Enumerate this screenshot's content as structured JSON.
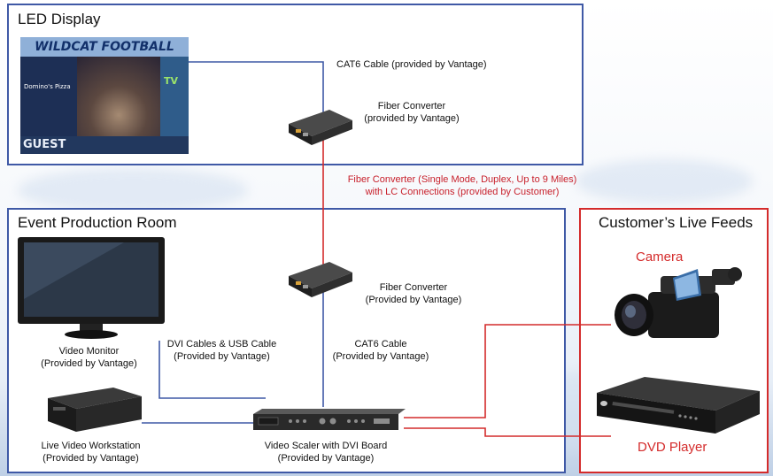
{
  "led_display": {
    "title": "LED Display",
    "scoreboard": {
      "banner": "WILDCAT FOOTBALL",
      "bottom": "GUEST",
      "ad_left": "Domino's Pizza",
      "ad_right": "TV"
    },
    "cat6_label": "CAT6 Cable (provided by Vantage)",
    "fiber_converter_label": [
      "Fiber Converter",
      "(provided by Vantage)"
    ]
  },
  "link": {
    "fiber_label": [
      "Fiber Converter (Single Mode, Duplex, Up to 9 Miles)",
      "with LC Connections (provided by Customer)"
    ]
  },
  "production_room": {
    "title": "Event Production Room",
    "monitor_label": [
      "Video Monitor",
      "(Provided by Vantage)"
    ],
    "workstation_label": [
      "Live Video Workstation",
      "(Provided by Vantage)"
    ],
    "dvi_label": [
      "DVI Cables & USB Cable",
      "(Provided by Vantage)"
    ],
    "fiber_converter_label": [
      "Fiber Converter",
      "(Provided by Vantage)"
    ],
    "cat6_label": [
      "CAT6 Cable",
      "(Provided by Vantage)"
    ],
    "scaler_label": [
      "Video Scaler with DVI Board",
      "(Provided by Vantage)"
    ]
  },
  "live_feeds": {
    "title": "Customer’s Live Feeds",
    "camera_label": "Camera",
    "dvd_label": "DVD Player"
  },
  "colors": {
    "blue_border": "#3f59a6",
    "red_border": "#d42b2b",
    "blue_wire": "#3f59a6",
    "red_wire": "#d42b2b"
  }
}
